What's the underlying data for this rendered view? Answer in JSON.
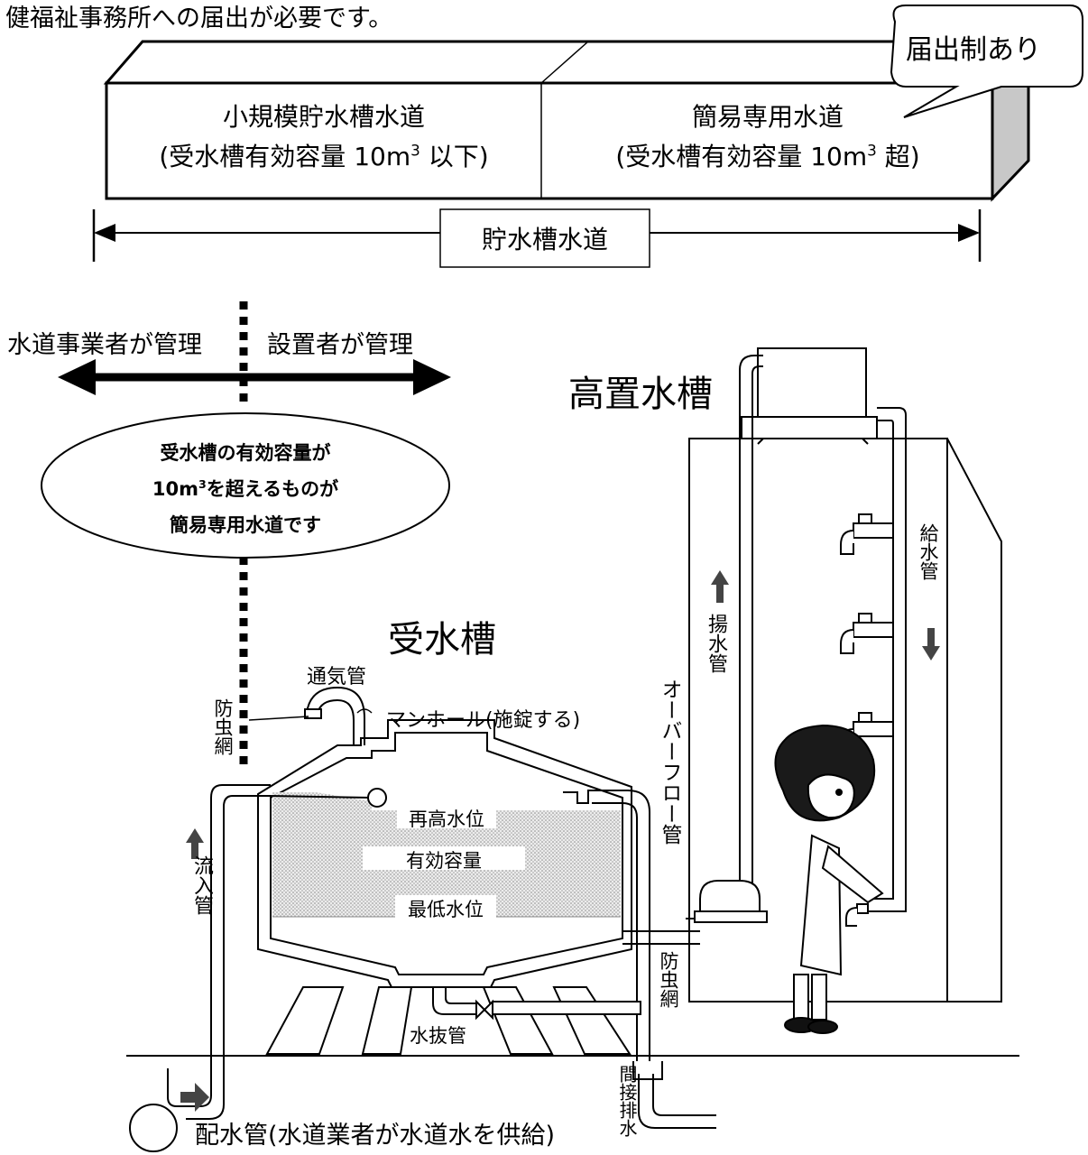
{
  "intro_text": "健福祉事務所への届出が必要です。",
  "categories": {
    "small_scale": {
      "title": "小規模貯水槽水道",
      "note_prefix": "(受水槽有効容量 10m",
      "note_exp": "3",
      "note_suffix": " 以下)"
    },
    "simple_dedicated": {
      "title": "簡易専用水道",
      "note_prefix": "(受水槽有効容量 10m",
      "note_exp": "3",
      "note_suffix": " 超)"
    },
    "notification_bubble": "届出制あり",
    "span_label": "貯水槽水道"
  },
  "management": {
    "left": "水道事業者が管理",
    "right": "設置者が管理"
  },
  "ellipse_note": {
    "line1": "受水槽の有効容量が",
    "line2_prefix": "10m",
    "line2_exp": "3",
    "line2_suffix": "を超えるものが",
    "line3": "簡易専用水道です"
  },
  "labels": {
    "elevated_tank": "高置水槽",
    "receiving_tank": "受水槽",
    "vent_pipe": "通気管",
    "insect_net_top": "防虫網",
    "manhole": "マンホール(施錠する)",
    "overflow_pipe": "オーバーフロー管",
    "pumping_pipe": "揚水管",
    "supply_pipe": "給水管",
    "inflow_pipe": "流入管",
    "max_level": "再高水位",
    "effective_capacity": "有効容量",
    "min_level": "最低水位",
    "drain_pipe": "水抜管",
    "insect_net_side": "防虫網",
    "indirect_drain": "間接排水",
    "distribution_pipe": "配水管(水道業者が水道水を供給)"
  }
}
